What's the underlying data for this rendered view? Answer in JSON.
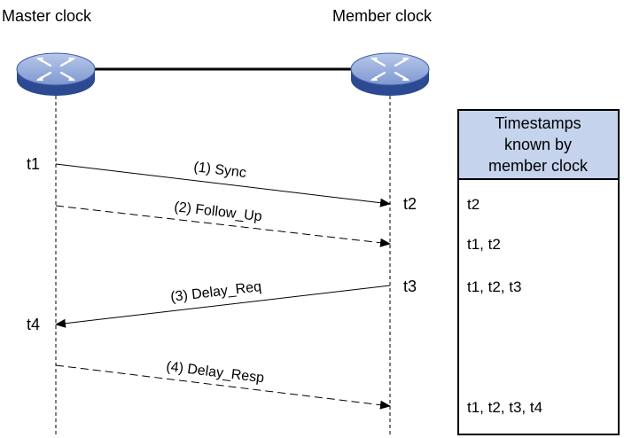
{
  "nodes": {
    "master_label": "Master clock",
    "member_label": "Member clock",
    "icon": "router-icon"
  },
  "master_events": {
    "t1": "t1",
    "t4": "t4"
  },
  "member_events": {
    "t2": "t2",
    "t3": "t3"
  },
  "messages": [
    {
      "label": "(1) Sync",
      "style": "solid"
    },
    {
      "label": "(2) Follow_Up",
      "style": "dashed"
    },
    {
      "label": "(3) Delay_Req",
      "style": "solid"
    },
    {
      "label": "(4) Delay_Resp",
      "style": "dashed"
    }
  ],
  "table": {
    "header_lines": [
      "Timestamps",
      "known by",
      "member clock"
    ],
    "rows": [
      "t2",
      "t1, t2",
      "t1, t2, t3",
      "t1, t2, t3, t4"
    ]
  },
  "colors": {
    "router_body": "#3b5ba8",
    "router_top": "#8aa3d6",
    "table_header": "#c5d3ec"
  }
}
